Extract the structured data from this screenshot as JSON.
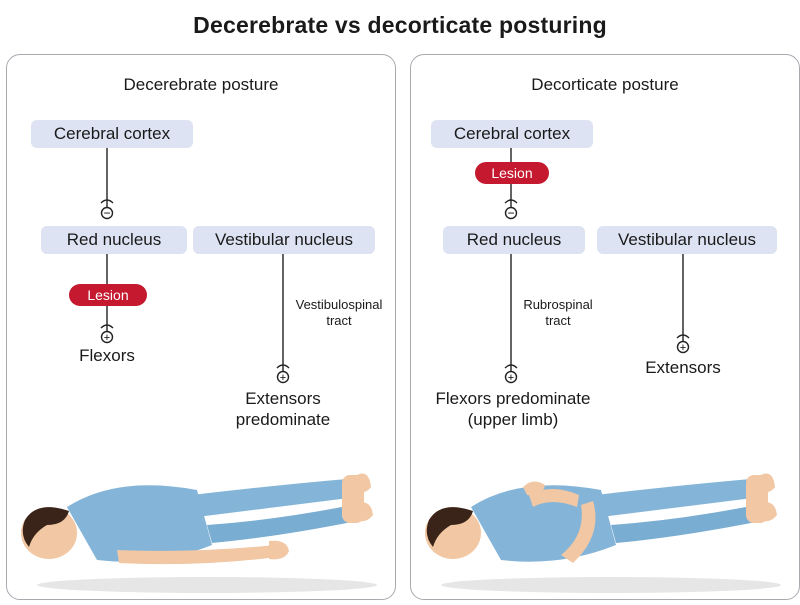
{
  "title": "Decerebrate vs decorticate posturing",
  "panels": {
    "decerebrate": {
      "title": "Decerebrate posture",
      "cerebral_cortex": "Cerebral cortex",
      "red_nucleus": "Red nucleus",
      "vestibular_nucleus": "Vestibular nucleus",
      "lesion": "Lesion",
      "tract": "Vestibulospinal tract",
      "flexors": "Flexors",
      "extensors": "Extensors predominate"
    },
    "decorticate": {
      "title": "Decorticate posture",
      "cerebral_cortex": "Cerebral cortex",
      "red_nucleus": "Red nucleus",
      "vestibular_nucleus": "Vestibular nucleus",
      "lesion": "Lesion",
      "tract": "Rubrospinal tract",
      "flexors": "Flexors predominate (upper limb)",
      "extensors": "Extensors"
    }
  },
  "signs": {
    "inhibitory": "−",
    "excitatory": "+"
  },
  "colors": {
    "node_fill": "#dde3f2",
    "lesion_red": "#c4192f",
    "skin": "#f2c7a4",
    "gown": "#84b5d8",
    "hair": "#3a2419"
  }
}
